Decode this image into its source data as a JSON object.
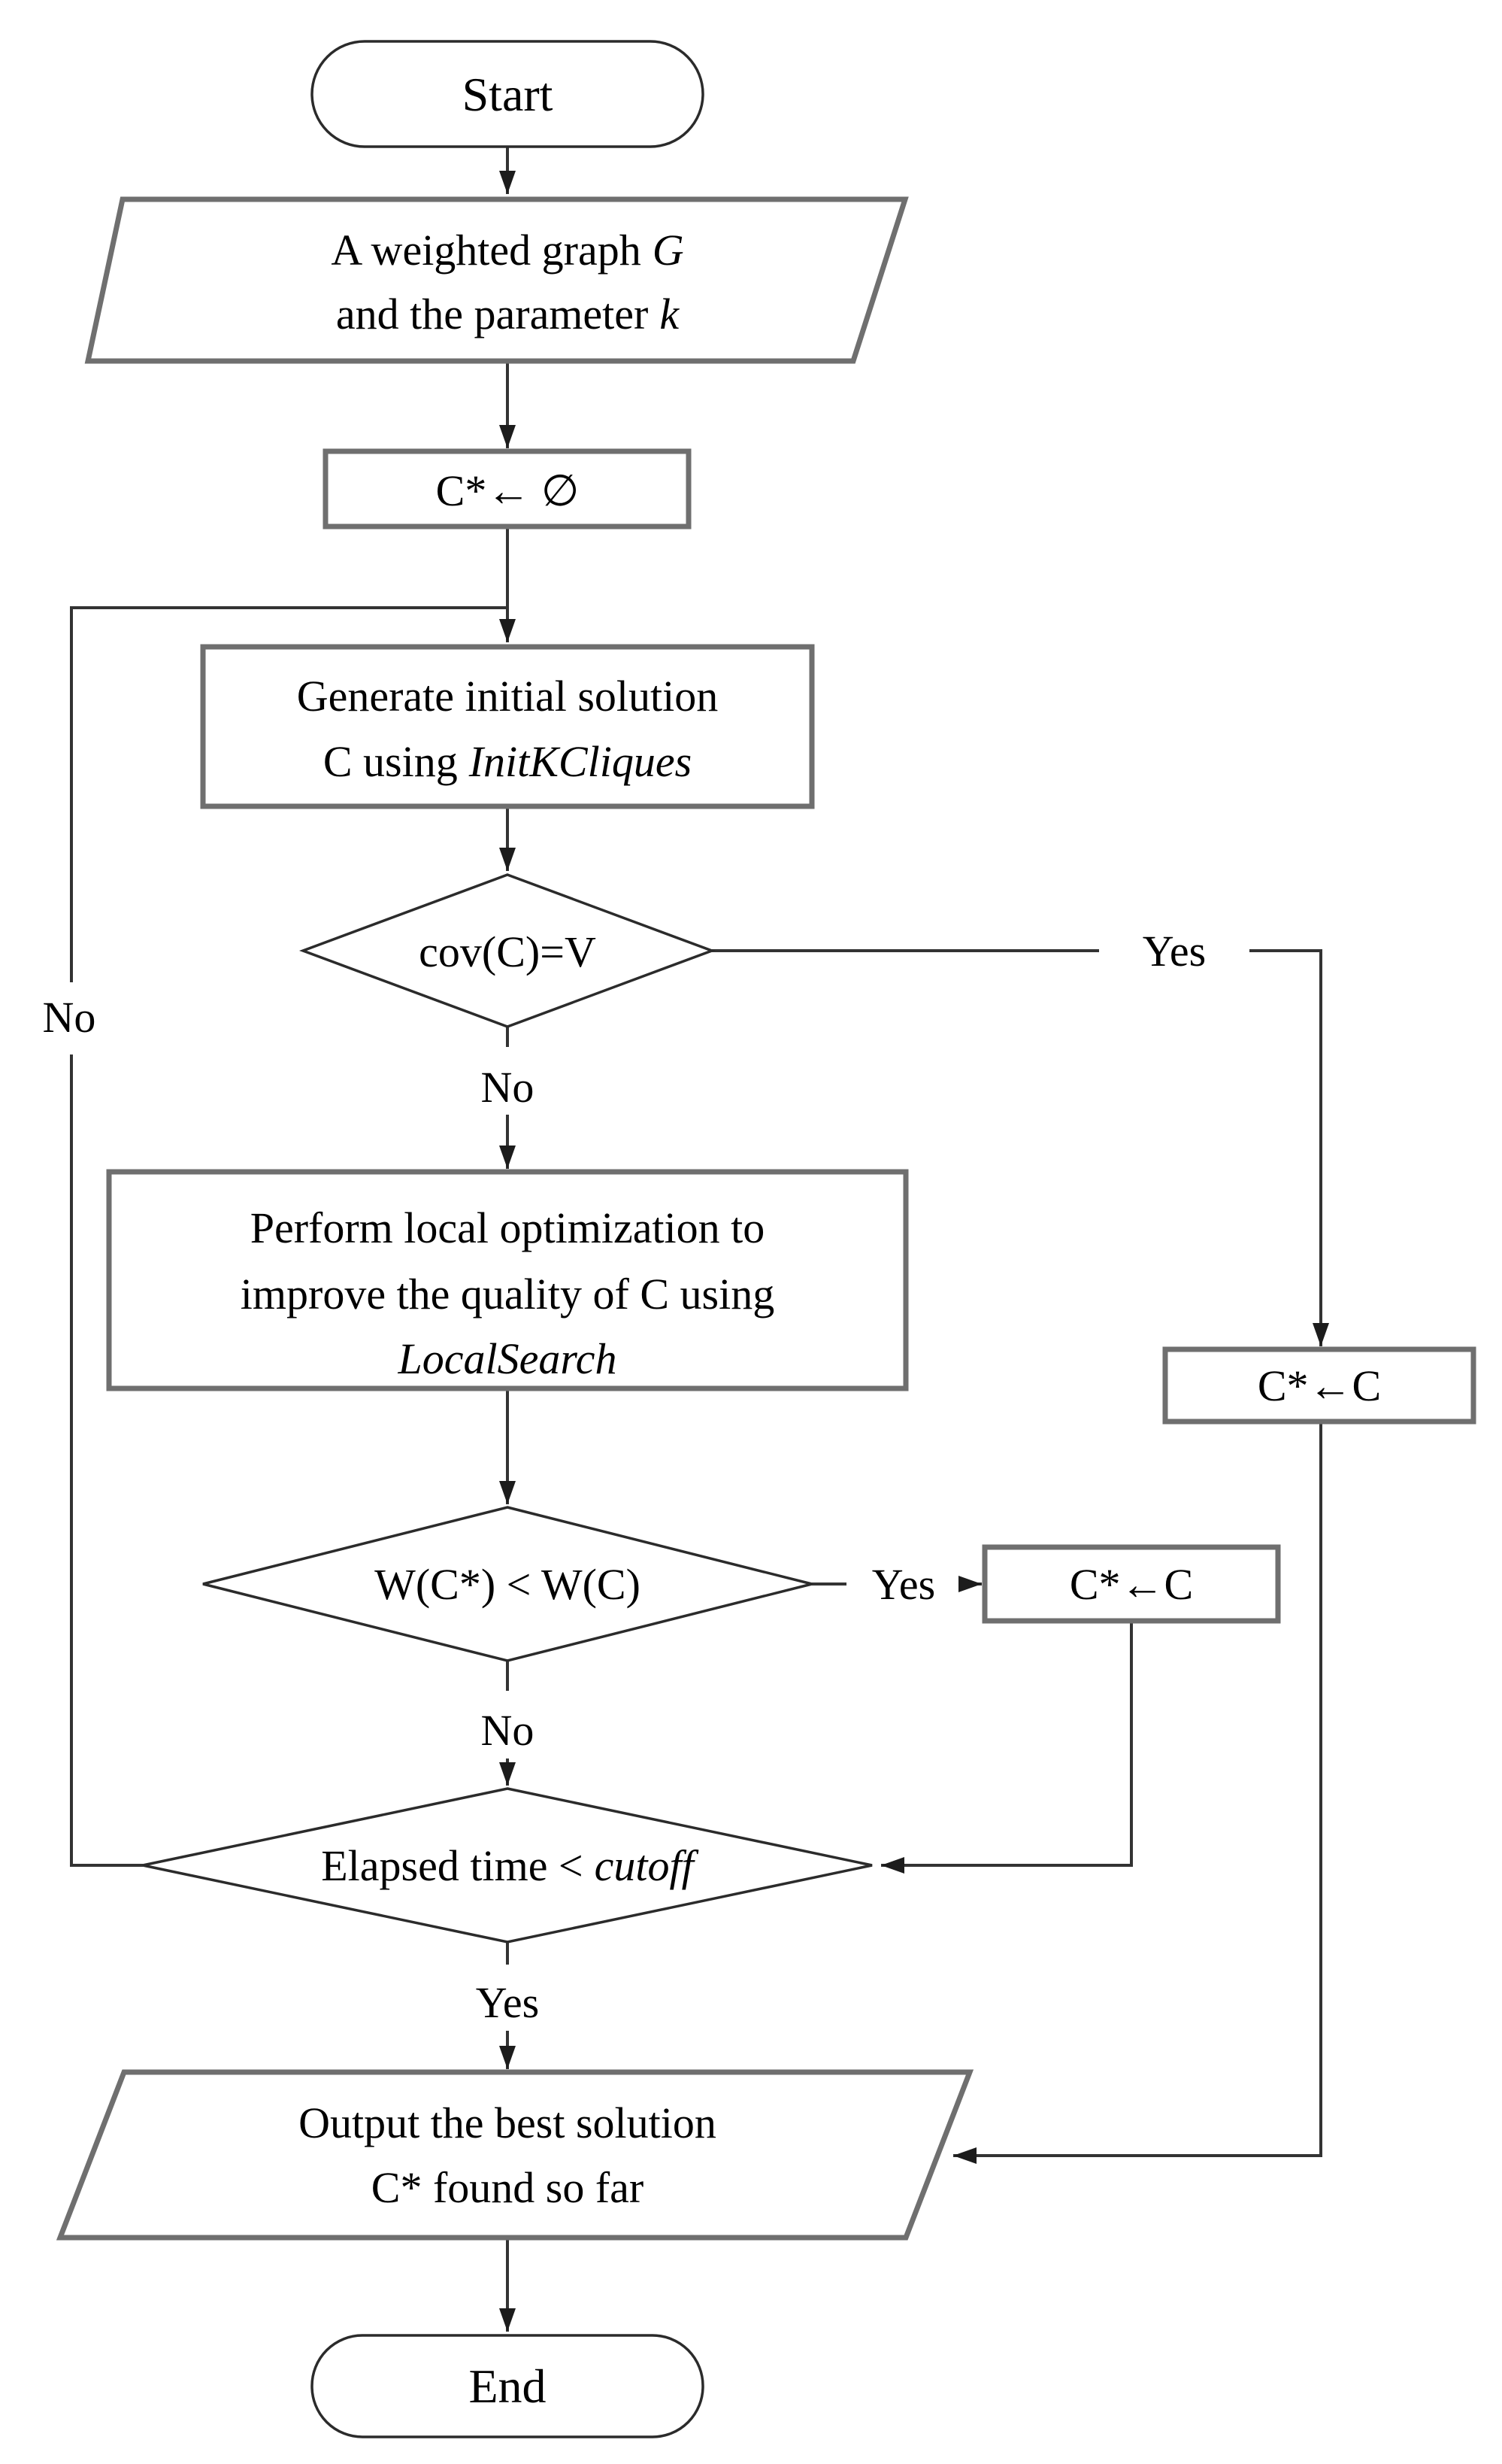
{
  "diagram": {
    "background": "#ffffff",
    "colors": {
      "connector": "#333333",
      "process_border": "#6f6f6f",
      "decision_border": "#2b2b2b",
      "text": "#000000"
    },
    "nodes": {
      "start": {
        "label": "Start"
      },
      "input": {
        "line1_text": "A weighted graph",
        "line1_var": "G",
        "line2_text": "and the parameter",
        "line2_var": "k"
      },
      "init_best": {
        "label": "C*← ∅"
      },
      "generate": {
        "line1": "Generate initial solution",
        "line2_text": "C using",
        "line2_var": "InitKCliques"
      },
      "cover_check": {
        "label": "cov(C)=V"
      },
      "local_search": {
        "line1": "Perform local optimization to",
        "line2": "improve the quality of C using",
        "line3_var": "LocalSearch"
      },
      "update_best_right": {
        "label": "C*←C"
      },
      "weight_check": {
        "label": "W(C*) < W(C)"
      },
      "update_best_mid": {
        "label": "C*←C"
      },
      "time_check": {
        "text": "Elapsed time <",
        "var": "cutoff"
      },
      "output": {
        "line1": "Output the best solution",
        "line2": "C* found so far"
      },
      "end": {
        "label": "End"
      }
    },
    "edge_labels": {
      "cover_yes": "Yes",
      "cover_no": "No",
      "loop_no": "No",
      "weight_yes": "Yes",
      "weight_no": "No",
      "time_yes": "Yes"
    }
  }
}
